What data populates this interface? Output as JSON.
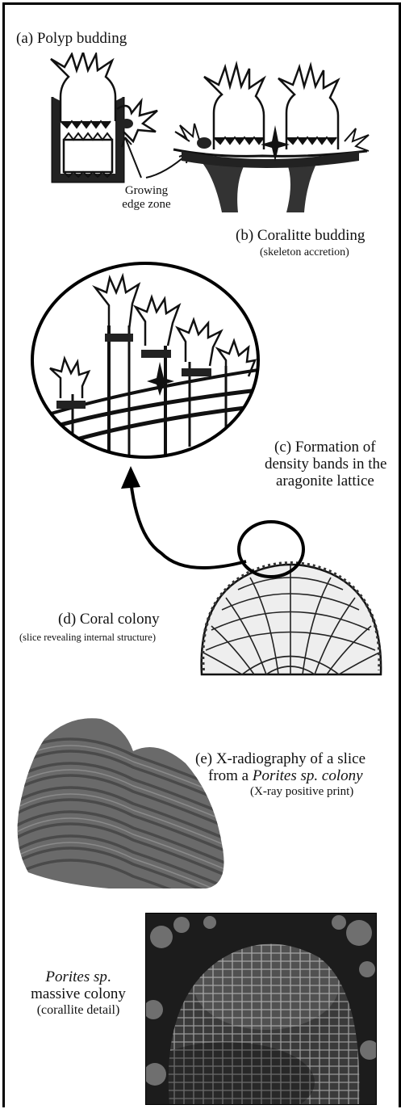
{
  "labels": {
    "a": "(a) Polyp budding",
    "growing_line1": "Growing",
    "growing_line2": "edge zone",
    "b_title": "(b) Coralitte budding",
    "b_sub": "(skeleton accretion)",
    "c_line1": "(c) Formation of",
    "c_line2": "density bands in the",
    "c_line3": "aragonite lattice",
    "d_title": "(d) Coral colony",
    "d_sub": "(slice revealing internal structure)",
    "e_line1": "(e) X-radiography of a slice",
    "e_line2_prefix": "from a ",
    "e_line2_italic": "Porites sp. colony",
    "e_sub": "(X-ray positive print)",
    "f_italic": "Porites sp",
    "f_dot": ".",
    "f_line2": "massive colony",
    "f_sub": "(corallite detail)"
  },
  "colors": {
    "ink": "#111111",
    "xray_dark": "#4a4a4a",
    "xray_light": "#8a8a8a",
    "photo_dark": "#1c1c1c",
    "photo_mid": "#6f6f6f"
  }
}
